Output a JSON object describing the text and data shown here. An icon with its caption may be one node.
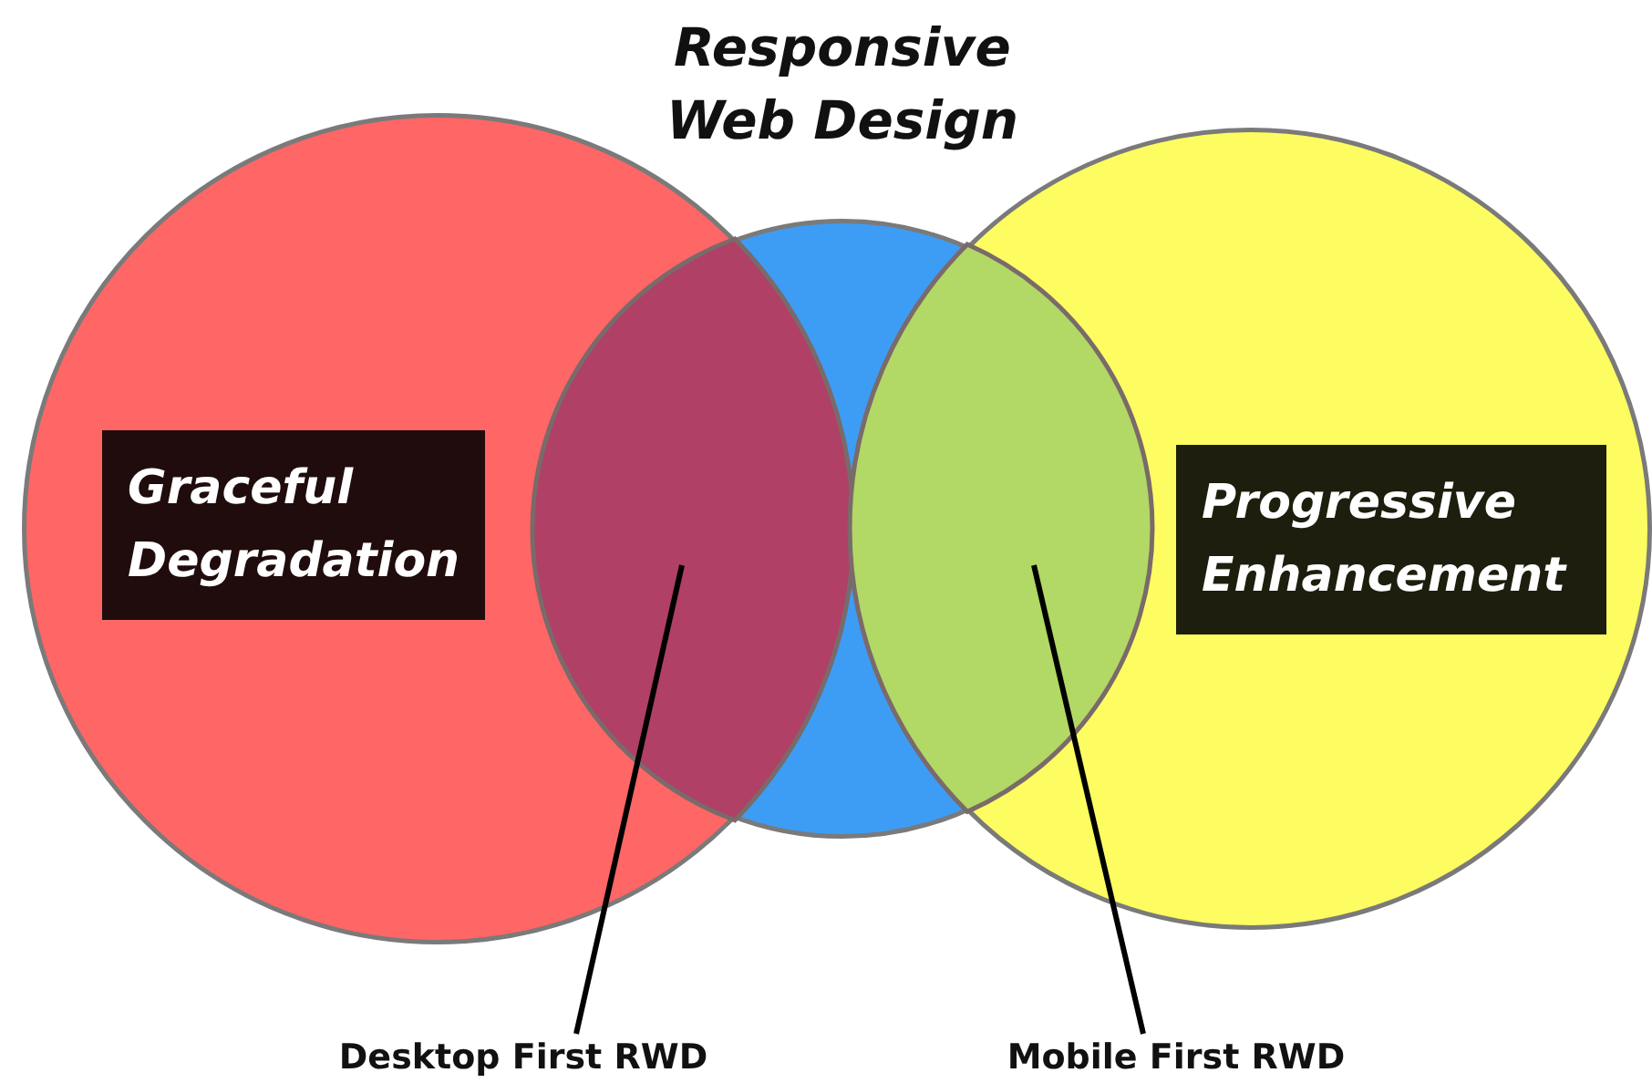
{
  "diagram": {
    "nodes": [
      {
        "text": [],
        "shape": "circle"
      },
      {
        "text": [
          "Graceful Degradation"
        ],
        "in": 0
      },
      {
        "text": [
          "Responsive Web Design"
        ]
      },
      {
        "text": [],
        "shape": "circle"
      },
      {
        "text": [
          "Progressive Enhancement"
        ],
        "in": 3
      },
      {
        "text": [
          "Desktop First RWD"
        ]
      },
      {
        "text": [],
        "shape": "lens"
      },
      {
        "text": [
          "Mobile First RWD"
        ]
      },
      {
        "text": [],
        "shape": "lens"
      }
    ],
    "edges": [
      {
        "from": 5,
        "to": 6,
        "arrow": "none"
      },
      {
        "from": 7,
        "to": 8,
        "arrow": "none"
      }
    ]
  }
}
